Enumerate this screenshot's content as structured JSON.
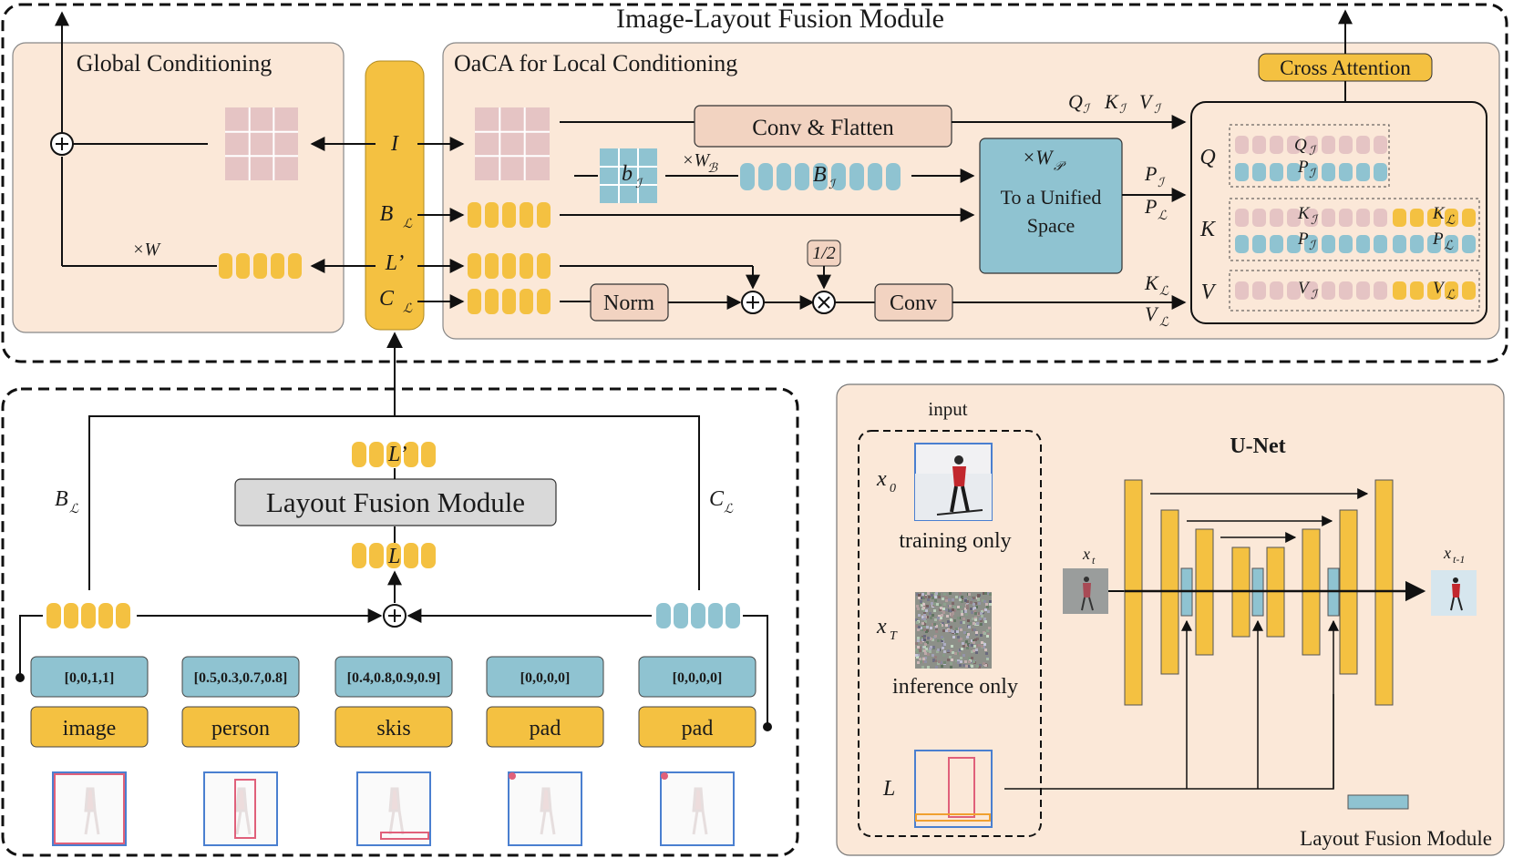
{
  "top_module": {
    "title": "Image-Layout Fusion Module",
    "global_panel": {
      "title": "Global Conditioning",
      "times_w": "×W"
    },
    "center_column": {
      "I": "I",
      "B": "B",
      "B_sub": "ℒ",
      "Lp": "L’",
      "C": "C",
      "C_sub": "ℒ"
    },
    "oaca_panel": {
      "title": "OaCA for Local Conditioning",
      "conv_flatten": "Conv & Flatten",
      "b_I": "b",
      "b_I_sub": "ℐ",
      "times_wb": "×W",
      "times_wb_sub": "ℬ",
      "B_I": "B",
      "B_I_sub": "ℐ",
      "unified_w": "×W",
      "unified_w_sub": "𝒫",
      "unified_line1": "To a Unified",
      "unified_line2": "Space",
      "norm": "Norm",
      "conv": "Conv",
      "half": "1/2",
      "q_k_v_I": [
        "Q",
        "K",
        "V"
      ],
      "sub_I": "ℐ",
      "sub_L": "ℒ",
      "P": "P"
    },
    "attention_panel": {
      "title": "Cross Attention",
      "rows": [
        "Q",
        "K",
        "V"
      ]
    }
  },
  "layout_fusion": {
    "title": "Layout Fusion Module",
    "L": "L",
    "Lp": "L’",
    "B_label": "B",
    "C_label": "C",
    "sub": "ℒ",
    "boxes": [
      {
        "coords": "[0,0,1,1]",
        "label": "image"
      },
      {
        "coords": "[0.5,0.3,0.7,0.8]",
        "label": "person"
      },
      {
        "coords": "[0.4,0.8,0.9,0.9]",
        "label": "skis"
      },
      {
        "coords": "[0,0,0,0]",
        "label": "pad"
      },
      {
        "coords": "[0,0,0,0]",
        "label": "pad"
      }
    ]
  },
  "unet_panel": {
    "input_label": "input",
    "x0": "x",
    "x0_sub": "0",
    "training_only": "training only",
    "xT": "x",
    "xT_sub": "T",
    "inference_only": "inference only",
    "L": "L",
    "unet_title": "U-Net",
    "xt": "x",
    "xt_sub": "t",
    "xt1": "x",
    "xt1_sub": "t-1",
    "legend": "Layout Fusion Module"
  },
  "colors": {
    "peach": "#fbe8d8",
    "yellow": "#f4c141",
    "blue": "#8fc3d1",
    "pink": "#e5c4c4",
    "tan": "#f2d3c1",
    "gray": "#d9d9d9"
  }
}
